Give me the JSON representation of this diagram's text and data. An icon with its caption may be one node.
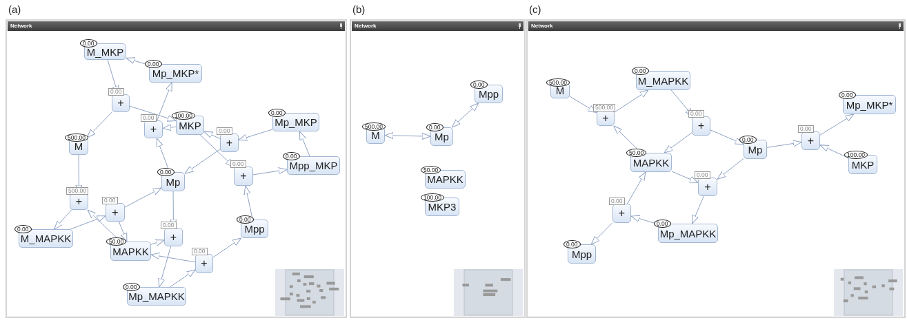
{
  "diagram": {
    "nodes": [
      {
        "text": [
          "(a)",
          "Network"
        ]
      },
      {
        "text": [
          "M_MKP"
        ],
        "beside": [
          "0.00"
        ],
        "in": 0
      },
      {
        "text": [
          "Mp_MKP*"
        ],
        "beside": [
          "0.00"
        ],
        "in": 0
      },
      {
        "text": [
          "+"
        ],
        "beside": [
          "0.00"
        ],
        "in": 0
      },
      {
        "text": [
          "MKP"
        ],
        "beside": [
          "100.00"
        ],
        "in": 0
      },
      {
        "text": [
          "+"
        ],
        "beside": [
          "0.00"
        ],
        "in": 0
      },
      {
        "text": [
          "Mp_MKP"
        ],
        "beside": [
          "0.00"
        ],
        "in": 0
      },
      {
        "text": [
          "+"
        ],
        "beside": [
          "0.00"
        ],
        "in": 0
      },
      {
        "text": [
          "M"
        ],
        "beside": [
          "500.00"
        ],
        "in": 0
      },
      {
        "text": [
          "Mpp_MKP"
        ],
        "beside": [
          "0.00"
        ],
        "in": 0
      },
      {
        "text": [
          "+"
        ],
        "beside": [
          "0.00"
        ],
        "in": 0
      },
      {
        "text": [
          "Mp"
        ],
        "beside": [
          "0.00"
        ],
        "in": 0
      },
      {
        "text": [
          "+"
        ],
        "beside": [
          "500.00"
        ],
        "in": 0
      },
      {
        "text": [
          "+"
        ],
        "beside": [
          "0.00"
        ],
        "in": 0
      },
      {
        "text": [
          "M_MAPKK"
        ],
        "beside": [
          "0.00"
        ],
        "in": 0
      },
      {
        "text": [
          "+"
        ],
        "beside": [
          "0.00"
        ],
        "in": 0
      },
      {
        "text": [
          "Mpp"
        ],
        "beside": [
          "0.00"
        ],
        "in": 0
      },
      {
        "text": [
          "MAPKK"
        ],
        "beside": [
          "50.00"
        ],
        "in": 0
      },
      {
        "text": [
          "+"
        ],
        "beside": [
          "0.00"
        ],
        "in": 0
      },
      {
        "text": [
          "Mp_MAPKK"
        ],
        "beside": [
          "0.00"
        ],
        "in": 0
      },
      {
        "text": [
          "(b)",
          "Network"
        ]
      },
      {
        "text": [
          "Mpp"
        ],
        "beside": [
          "0.00"
        ],
        "in": 20
      },
      {
        "text": [
          "M"
        ],
        "beside": [
          "500.00"
        ],
        "in": 20
      },
      {
        "text": [
          "Mp"
        ],
        "beside": [
          "0.00"
        ],
        "in": 20
      },
      {
        "text": [
          "MAPKK"
        ],
        "beside": [
          "50.00"
        ],
        "in": 20
      },
      {
        "text": [
          "MKP3"
        ],
        "beside": [
          "100.00"
        ],
        "in": 20
      },
      {
        "text": [
          "(c)",
          "Network"
        ]
      },
      {
        "text": [
          "M_MAPKK"
        ],
        "beside": [
          "0.00"
        ],
        "in": 26
      },
      {
        "text": [
          "M"
        ],
        "beside": [
          "500.00"
        ],
        "in": 26
      },
      {
        "text": [
          "Mp_MKP*"
        ],
        "beside": [
          "0.00"
        ],
        "in": 26
      },
      {
        "text": [
          "+"
        ],
        "beside": [
          "500.00"
        ],
        "in": 26
      },
      {
        "text": [
          "+"
        ],
        "beside": [
          "0.00"
        ],
        "in": 26
      },
      {
        "text": [
          "+"
        ],
        "beside": [
          "0.00"
        ],
        "in": 26
      },
      {
        "text": [
          "Mp"
        ],
        "beside": [
          "0.00"
        ],
        "in": 26
      },
      {
        "text": [
          "MAPKK"
        ],
        "beside": [
          "50.00"
        ],
        "in": 26
      },
      {
        "text": [
          "MKP"
        ],
        "beside": [
          "100.00"
        ],
        "in": 26
      },
      {
        "text": [
          "+"
        ],
        "beside": [
          "0.00"
        ],
        "in": 26
      },
      {
        "text": [
          "+"
        ],
        "beside": [
          "0.00"
        ],
        "in": 26
      },
      {
        "text": [
          "Mp_MAPKK"
        ],
        "beside": [
          "0.00"
        ],
        "in": 26
      },
      {
        "text": [
          "Mpp"
        ],
        "beside": [
          "0.00"
        ],
        "in": 26
      }
    ],
    "edges": [
      {
        "from": 1,
        "to": 3,
        "arrow": "to"
      },
      {
        "from": 2,
        "to": 1,
        "arrow": "to"
      },
      {
        "from": 3,
        "to": 4,
        "arrow": "to"
      },
      {
        "from": 3,
        "to": 8,
        "arrow": "to"
      },
      {
        "from": 5,
        "to": 2,
        "arrow": "to"
      },
      {
        "from": 4,
        "to": 5,
        "arrow": "to"
      },
      {
        "from": 11,
        "to": 5,
        "arrow": "to"
      },
      {
        "from": 7,
        "to": 4,
        "arrow": "to"
      },
      {
        "from": 6,
        "to": 7,
        "arrow": "to"
      },
      {
        "from": 7,
        "to": 11,
        "arrow": "to"
      },
      {
        "from": 4,
        "to": 10,
        "arrow": "to"
      },
      {
        "from": 9,
        "to": 6,
        "arrow": "to"
      },
      {
        "from": 10,
        "to": 9,
        "arrow": "to"
      },
      {
        "from": 16,
        "to": 10,
        "arrow": "to"
      },
      {
        "from": 8,
        "to": 12,
        "arrow": "to"
      },
      {
        "from": 12,
        "to": 14,
        "arrow": "to"
      },
      {
        "from": 14,
        "to": 13,
        "arrow": "to"
      },
      {
        "from": 13,
        "to": 11,
        "arrow": "to"
      },
      {
        "from": 13,
        "to": 17,
        "arrow": "to"
      },
      {
        "from": 17,
        "to": 12,
        "arrow": "to"
      },
      {
        "from": 11,
        "to": 15,
        "arrow": "to"
      },
      {
        "from": 17,
        "to": 15,
        "arrow": "to"
      },
      {
        "from": 15,
        "to": 19,
        "arrow": "to"
      },
      {
        "from": 19,
        "to": 18,
        "arrow": "to"
      },
      {
        "from": 18,
        "to": 17,
        "arrow": "to"
      },
      {
        "from": 18,
        "to": 16,
        "arrow": "to"
      },
      {
        "from": 22,
        "to": 23,
        "arrow": "both"
      },
      {
        "from": 23,
        "to": 21,
        "arrow": "both"
      },
      {
        "from": 28,
        "to": 30,
        "arrow": "to"
      },
      {
        "from": 30,
        "to": 27,
        "arrow": "to"
      },
      {
        "from": 34,
        "to": 30,
        "arrow": "to"
      },
      {
        "from": 27,
        "to": 31,
        "arrow": "to"
      },
      {
        "from": 31,
        "to": 34,
        "arrow": "to"
      },
      {
        "from": 31,
        "to": 33,
        "arrow": "to"
      },
      {
        "from": 33,
        "to": 32,
        "arrow": "to"
      },
      {
        "from": 32,
        "to": 29,
        "arrow": "to"
      },
      {
        "from": 35,
        "to": 32,
        "arrow": "to"
      },
      {
        "from": 33,
        "to": 36,
        "arrow": "to"
      },
      {
        "from": 34,
        "to": 36,
        "arrow": "to"
      },
      {
        "from": 36,
        "to": 38,
        "arrow": "to"
      },
      {
        "from": 38,
        "to": 37,
        "arrow": "to"
      },
      {
        "from": 37,
        "to": 34,
        "arrow": "to"
      },
      {
        "from": 37,
        "to": 39,
        "arrow": "to"
      }
    ]
  }
}
